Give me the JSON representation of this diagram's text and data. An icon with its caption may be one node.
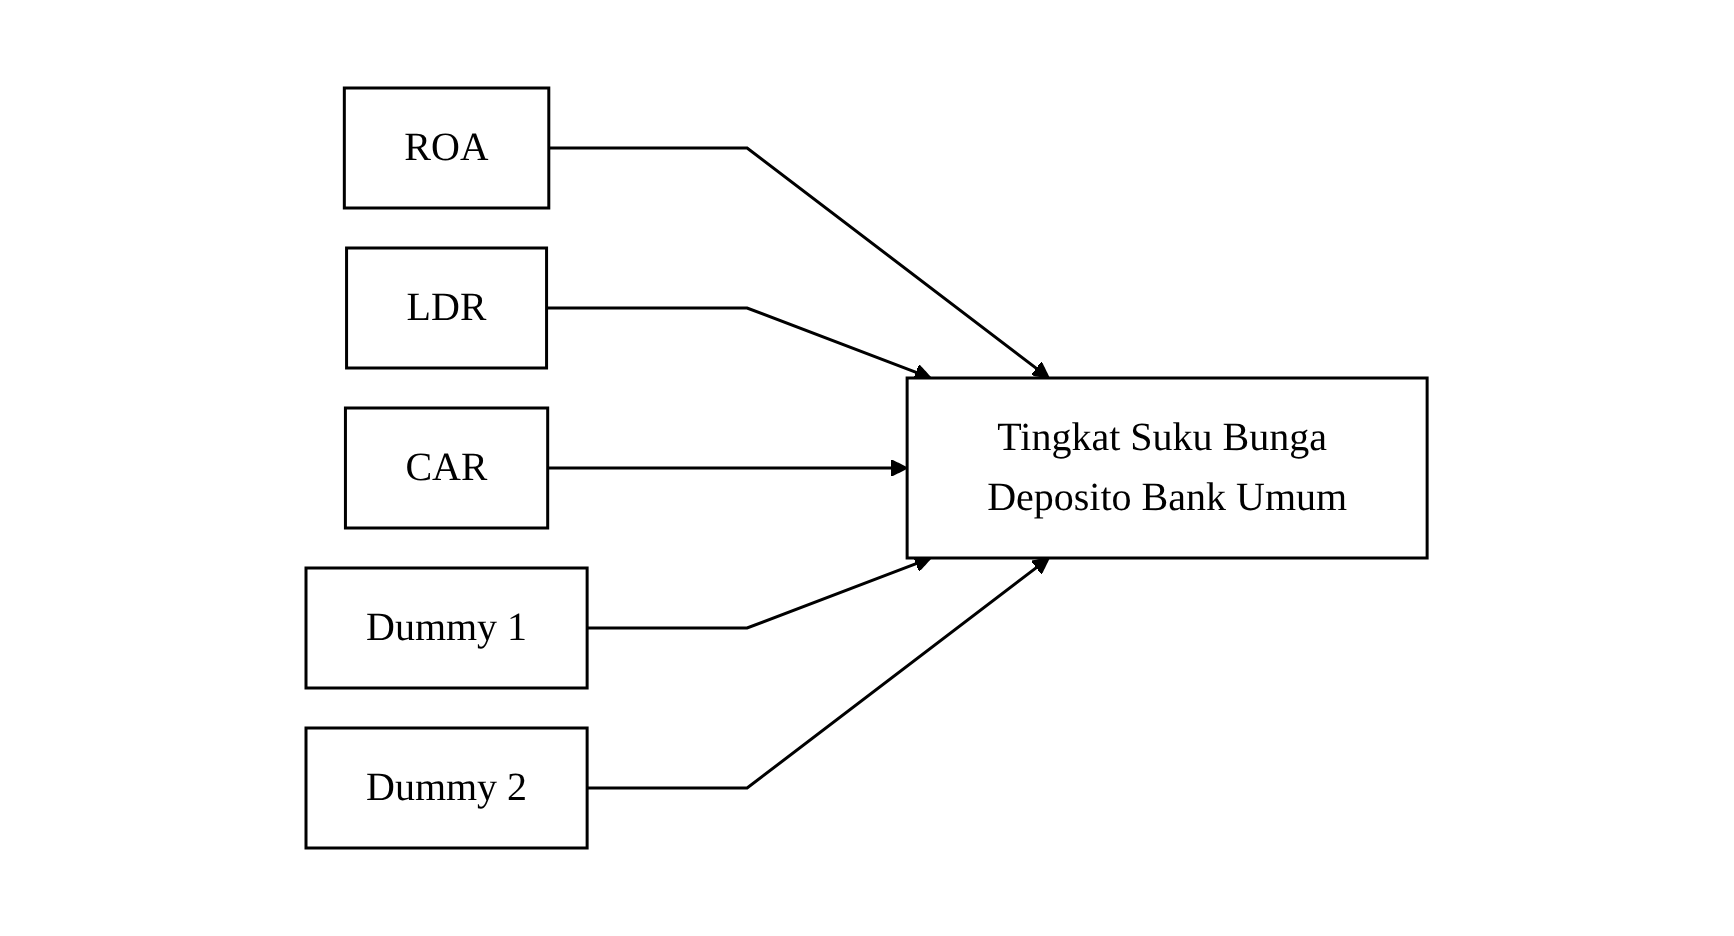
{
  "diagram": {
    "nodes": [
      {
        "text": [
          "ROA"
        ]
      },
      {
        "text": [
          "LDR"
        ]
      },
      {
        "text": [
          "CAR"
        ]
      },
      {
        "text": [
          "Dummy 1"
        ]
      },
      {
        "text": [
          "Dummy 2"
        ]
      },
      {
        "text": [
          "Tingkat Suku Bunga Deposito Bank Umum"
        ]
      }
    ],
    "edges": [
      {
        "from": 0,
        "to": 5,
        "arrow": "to"
      },
      {
        "from": 1,
        "to": 5,
        "arrow": "to"
      },
      {
        "from": 2,
        "to": 5,
        "arrow": "to"
      },
      {
        "from": 3,
        "to": 5,
        "arrow": "to"
      },
      {
        "from": 4,
        "to": 5,
        "arrow": "to"
      }
    ]
  }
}
